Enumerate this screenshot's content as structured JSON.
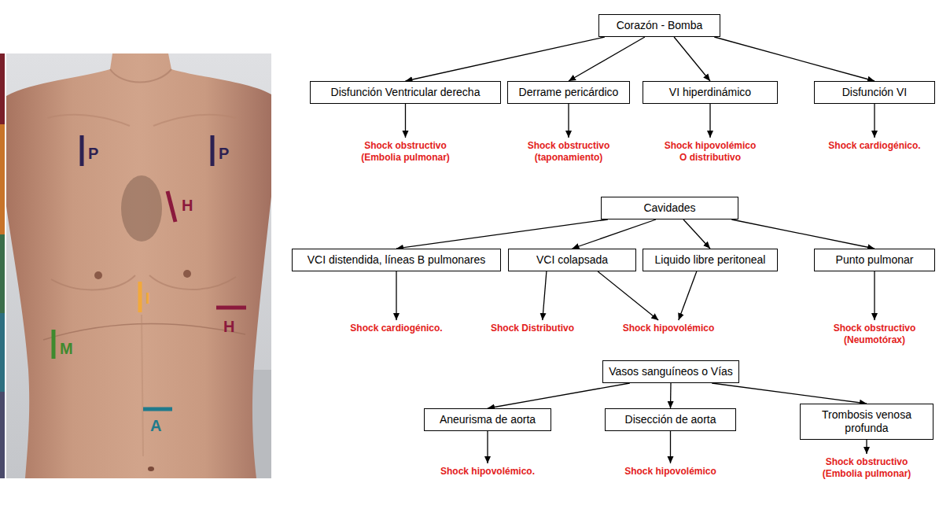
{
  "diagram": {
    "nodes": [
      {
        "text": [
          "Corazón - Bomba"
        ]
      },
      {
        "text": [
          "Disfunción Ventricular derecha"
        ]
      },
      {
        "text": [
          "Shock obstructivo (Embolia pulmonar)"
        ]
      },
      {
        "text": [
          "Derrame pericárdico"
        ]
      },
      {
        "text": [
          "Shock obstructivo (taponamiento)"
        ]
      },
      {
        "text": [
          "VI hiperdinámico"
        ]
      },
      {
        "text": [
          "Shock hipovolémico O distributivo"
        ]
      },
      {
        "text": [
          "Disfunción VI"
        ]
      },
      {
        "text": [
          "Shock cardiogénico."
        ]
      },
      {
        "text": [
          "Cavidades"
        ]
      },
      {
        "text": [
          "VCI distendida, líneas B pulmonares"
        ]
      },
      {
        "text": [
          "Shock cardiogénico."
        ]
      },
      {
        "text": [
          "VCI colapsada"
        ]
      },
      {
        "text": [
          "Liquido libre peritoneal"
        ]
      },
      {
        "text": [
          "Shock Distributivo"
        ]
      },
      {
        "text": [
          "Shock hipovolémico"
        ]
      },
      {
        "text": [
          "Punto pulmonar"
        ]
      },
      {
        "text": [
          "Shock obstructivo (Neumotórax)"
        ]
      },
      {
        "text": [
          "Vasos sanguíneos o Vías"
        ]
      },
      {
        "text": [
          "Aneurisma de aorta"
        ]
      },
      {
        "text": [
          "Shock hipovolémico."
        ]
      },
      {
        "text": [
          "Disección de aorta"
        ]
      },
      {
        "text": [
          "Shock hipovolémico"
        ]
      },
      {
        "text": [
          "Trombosis venosa profunda"
        ]
      },
      {
        "text": [
          "Shock obstructivo (Embolia pulmonar)"
        ]
      }
    ],
    "edges": [
      {
        "from": 0,
        "to": 1,
        "arrow": "to"
      },
      {
        "from": 0,
        "to": 3,
        "arrow": "to"
      },
      {
        "from": 0,
        "to": 5,
        "arrow": "to"
      },
      {
        "from": 0,
        "to": 7,
        "arrow": "to"
      },
      {
        "from": 1,
        "to": 2,
        "arrow": "to"
      },
      {
        "from": 3,
        "to": 4,
        "arrow": "to"
      },
      {
        "from": 5,
        "to": 6,
        "arrow": "to"
      },
      {
        "from": 7,
        "to": 8,
        "arrow": "to"
      },
      {
        "from": 9,
        "to": 10,
        "arrow": "to"
      },
      {
        "from": 9,
        "to": 12,
        "arrow": "to"
      },
      {
        "from": 9,
        "to": 13,
        "arrow": "to"
      },
      {
        "from": 9,
        "to": 16,
        "arrow": "to"
      },
      {
        "from": 10,
        "to": 11,
        "arrow": "to"
      },
      {
        "from": 12,
        "to": 14,
        "arrow": "to"
      },
      {
        "from": 12,
        "to": 15,
        "arrow": "to"
      },
      {
        "from": 13,
        "to": 15,
        "arrow": "to"
      },
      {
        "from": 16,
        "to": 17,
        "arrow": "to"
      },
      {
        "from": 18,
        "to": 19,
        "arrow": "to"
      },
      {
        "from": 18,
        "to": 21,
        "arrow": "to"
      },
      {
        "from": 18,
        "to": 23,
        "arrow": "to"
      },
      {
        "from": 19,
        "to": 20,
        "arrow": "to"
      },
      {
        "from": 21,
        "to": 22,
        "arrow": "to"
      },
      {
        "from": 23,
        "to": 24,
        "arrow": "to"
      }
    ],
    "labels": [
      "P",
      "P",
      "H",
      "I",
      "H",
      "M",
      "A"
    ]
  }
}
